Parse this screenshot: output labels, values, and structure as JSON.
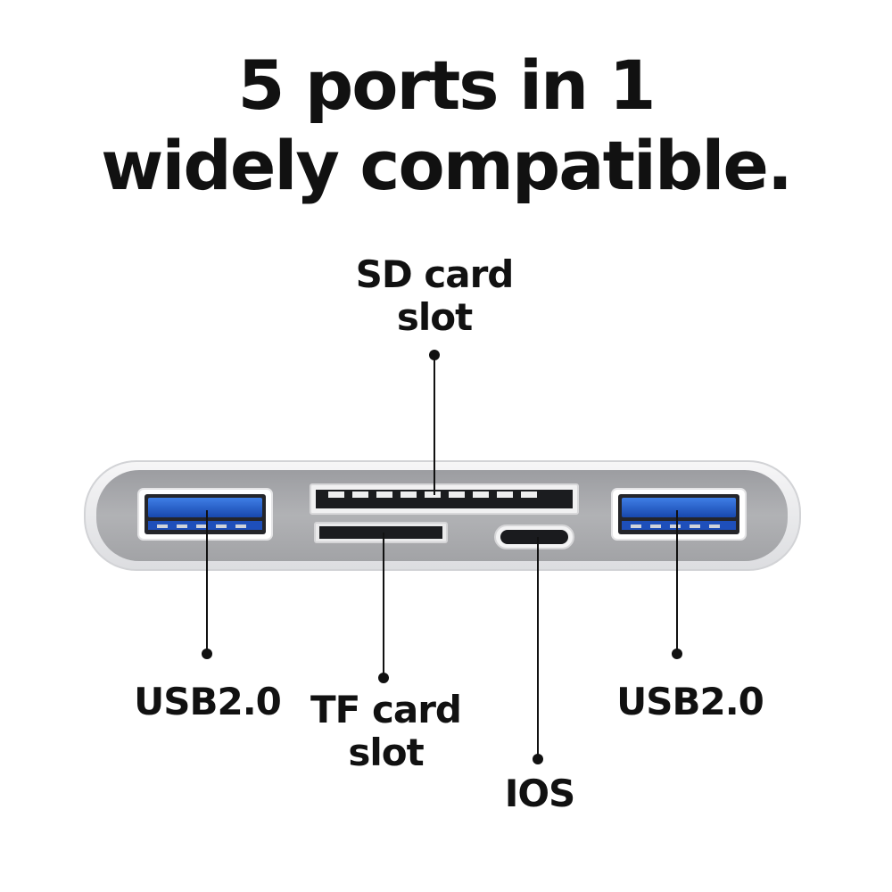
{
  "headline": {
    "line1": "5 ports in 1",
    "line2": "widely compatible."
  },
  "callouts": {
    "sd_card": {
      "line1": "SD card",
      "line2": "slot"
    },
    "usb_left": {
      "line1": "USB2.0"
    },
    "tf_card": {
      "line1": "TF card",
      "line2": "slot"
    },
    "ios": {
      "line1": "IOS"
    },
    "usb_right": {
      "line1": "USB2.0"
    }
  },
  "colors": {
    "text": "#111111",
    "hub_body": "#a9aaad",
    "hub_shell": "#e9eaec",
    "usb_blue": "#1f5bc9",
    "callout_line": "#111111"
  },
  "icons": [
    "usb-port-icon",
    "sd-slot-icon",
    "tf-slot-icon",
    "lightning-port-icon"
  ]
}
